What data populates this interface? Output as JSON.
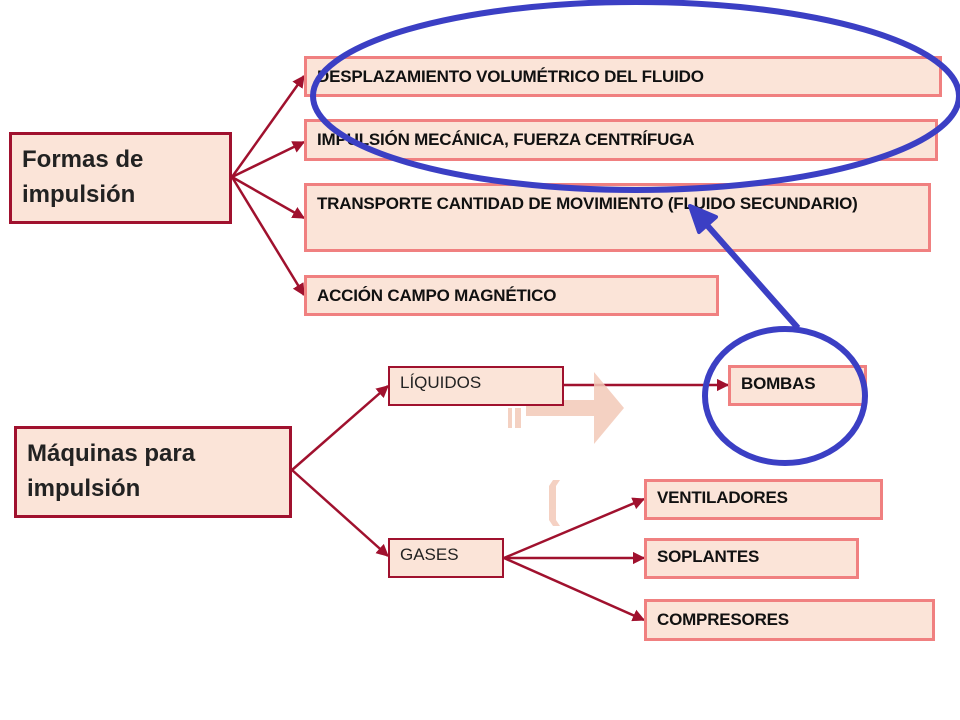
{
  "colors": {
    "connector": "#a0112e",
    "box_fill": "#fbe4d8",
    "box_border": "#f08080",
    "main_border": "#a0112e",
    "highlight": "#3b3fc4",
    "faded_arrow": "#f3c9b8"
  },
  "formas": {
    "title": "Formas de impulsión",
    "items": [
      "DESPLAZAMIENTO VOLUMÉTRICO DEL FLUIDO",
      "IMPULSIÓN MECÁNICA, FUERZA CENTRÍFUGA",
      "TRANSPORTE CANTIDAD DE MOVIMIENTO (FLUIDO SECUNDARIO)",
      "ACCIÓN CAMPO MAGNÉTICO"
    ]
  },
  "maquinas": {
    "title": "Máquinas para impulsión",
    "liquidos": "LÍQUIDOS",
    "gases": "GASES",
    "bombas": "BOMBAS",
    "gas_items": [
      "VENTILADORES",
      "SOPLANTES",
      "COMPRESORES"
    ]
  }
}
